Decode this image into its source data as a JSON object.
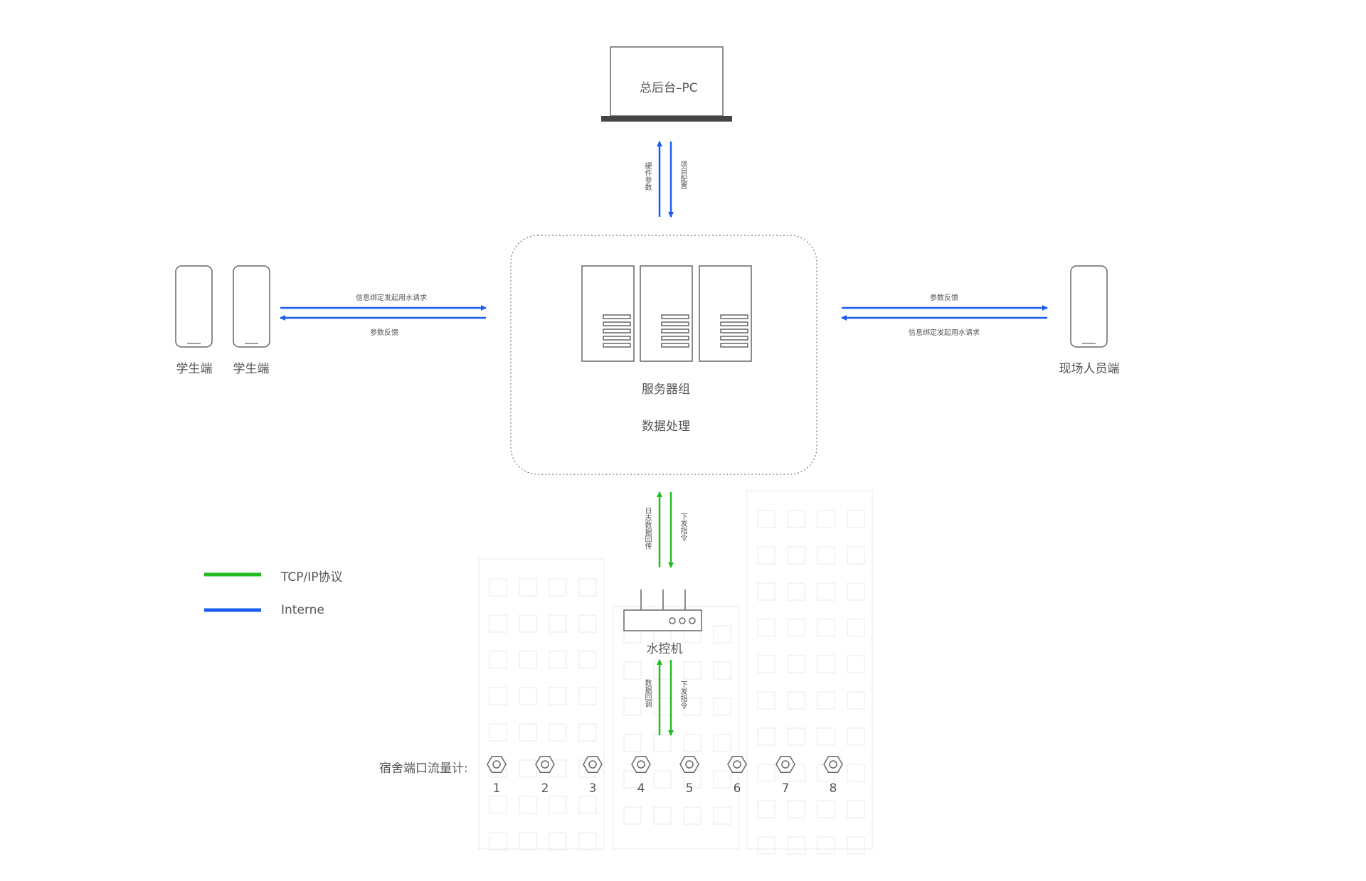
{
  "pc": {
    "title": "总后台–PC"
  },
  "server": {
    "group_label": "服务器组",
    "process_label": "数据处理"
  },
  "students": [
    {
      "label": "学生端"
    },
    {
      "label": "学生端"
    }
  ],
  "staff": {
    "label": "现场人员端"
  },
  "links": {
    "pc_up": "硬件参数",
    "pc_down": "项目配置",
    "left_top": "信息绑定发起用水请求",
    "left_bottom": "参数反馈",
    "right_top": "参数反馈",
    "right_bottom": "信息绑定发起用水请求",
    "server_up": "日志数据回传",
    "server_down": "下发指令",
    "meter_up": "数据回调",
    "meter_down": "下发指令"
  },
  "controller": {
    "label": "水控机"
  },
  "legend": [
    {
      "label": "TCP/IP协议",
      "color": "#22bb22"
    },
    {
      "label": "Interne",
      "color": "#1a5cf0"
    }
  ],
  "meters": {
    "label": "宿舍端口流量计:",
    "items": [
      "1",
      "2",
      "3",
      "4",
      "5",
      "6",
      "7",
      "8"
    ]
  },
  "colors": {
    "internet": "#1a5cf0",
    "tcp": "#22bb22",
    "stroke": "#666666"
  }
}
